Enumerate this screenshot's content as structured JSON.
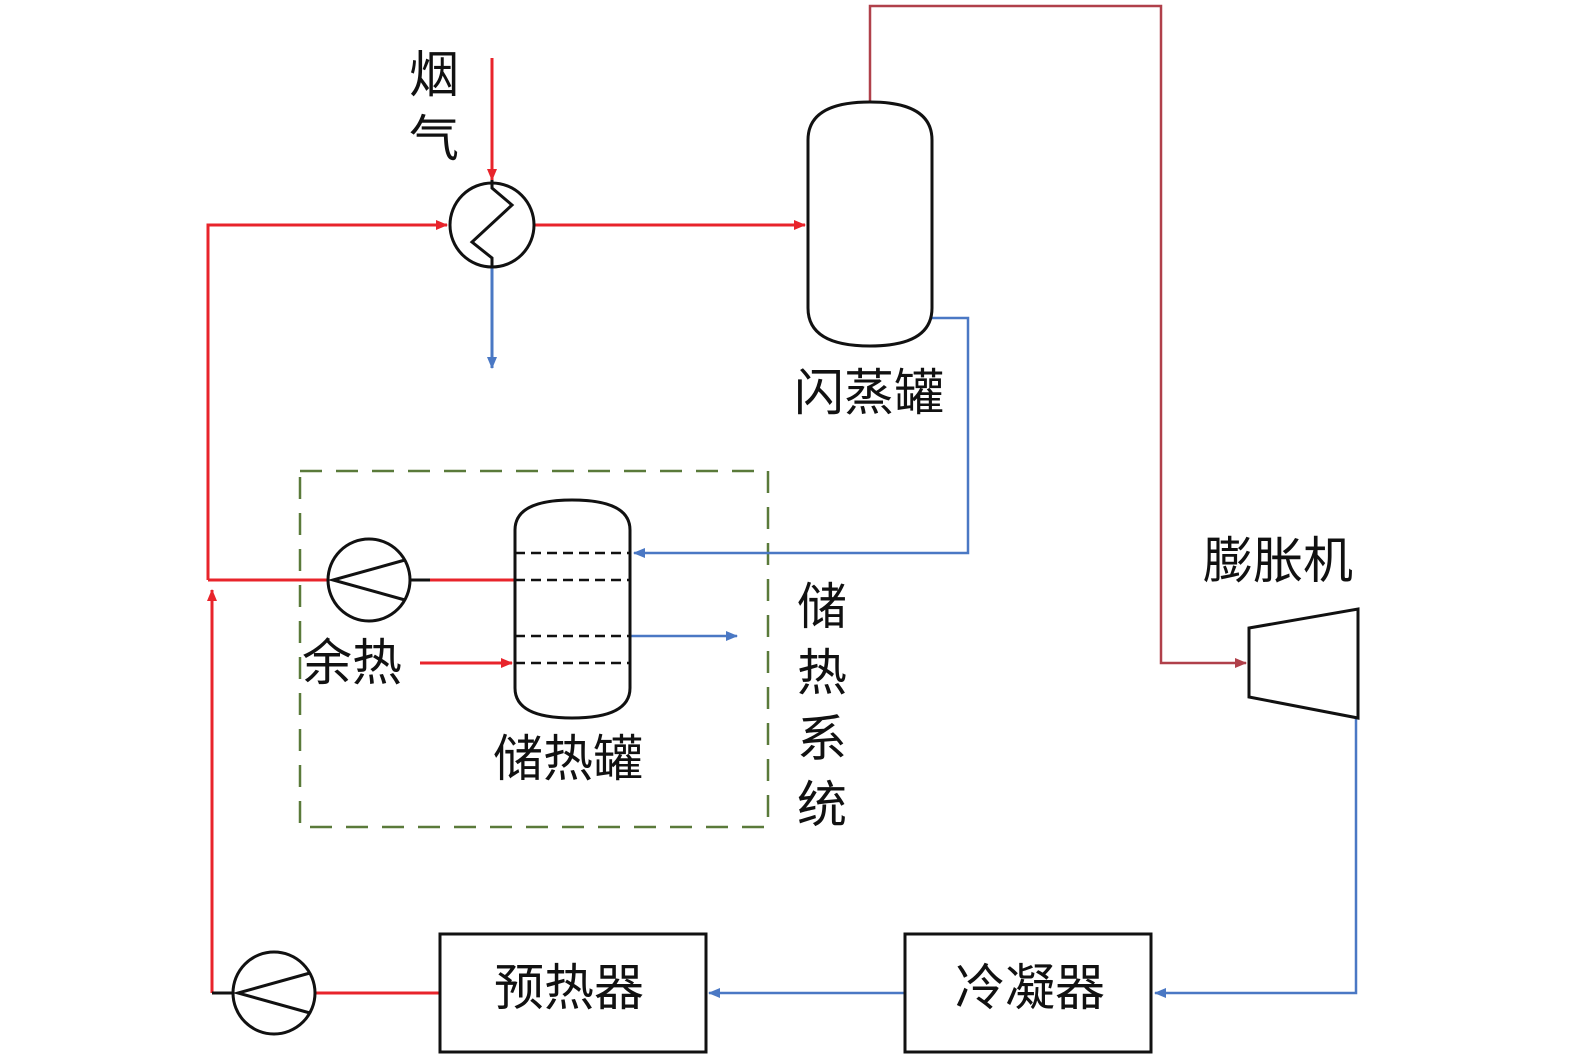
{
  "labels": {
    "flue_gas": "烟气",
    "flash_tank": "闪蒸罐",
    "expander": "膨胀机",
    "waste_heat": "余热",
    "storage_tank": "储热罐",
    "storage_system": "储热系统",
    "preheater": "预热器",
    "condenser": "冷凝器"
  },
  "colors": {
    "hot": "#e8242b",
    "cold": "#4a78c4",
    "vapor": "#b0404a",
    "dashed_box": "#5a7a3a",
    "outline": "#111111"
  }
}
